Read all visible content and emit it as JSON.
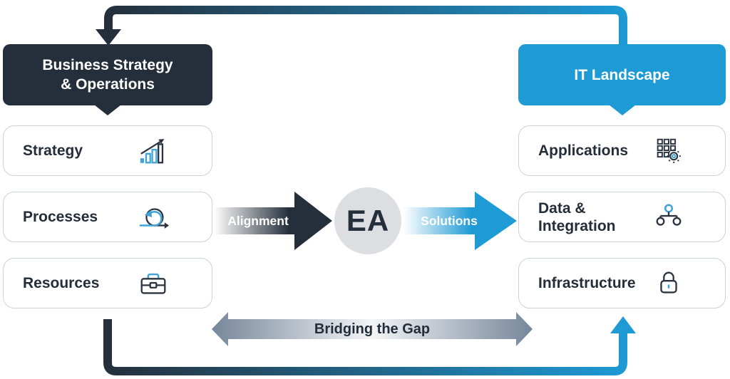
{
  "colors": {
    "dark_navy": "#252f3b",
    "brand_blue": "#1e9ad5",
    "icon_blue": "#3fa3d6",
    "icon_dark": "#2b3440",
    "box_border": "#cdd2d6",
    "ea_circle_gray": "#dcdee1",
    "bridge_steel_gray": "#76869a"
  },
  "business_panel": {
    "header_line1": "Business Strategy",
    "header_line2": "& Operations",
    "items": [
      {
        "label": "Strategy",
        "icon": "chart-growth-icon"
      },
      {
        "label": "Processes",
        "icon": "agile-loop-icon"
      },
      {
        "label": "Resources",
        "icon": "briefcase-icon"
      }
    ]
  },
  "it_panel": {
    "header": "IT Landscape",
    "items": [
      {
        "label": "Applications",
        "icon": "app-grid-gear-icon"
      },
      {
        "label": "Data & Integration",
        "icon": "data-hierarchy-icon"
      },
      {
        "label": "Infrastructure",
        "icon": "padlock-icon"
      }
    ]
  },
  "center": {
    "alignment_label": "Alignment",
    "ea_label": "EA",
    "solutions_label": "Solutions",
    "bridge_label": "Bridging the Gap"
  }
}
